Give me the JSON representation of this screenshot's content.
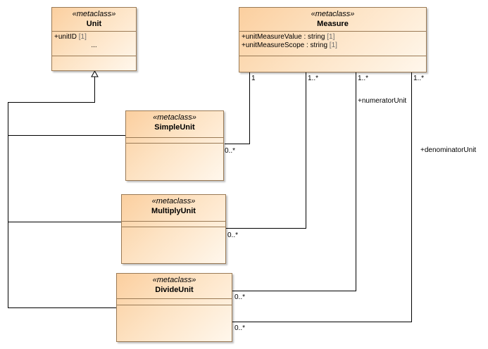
{
  "classes": {
    "unit": {
      "stereotype": "«metaclass»",
      "name": "Unit",
      "attributes": [
        {
          "text": "+unitID ",
          "mult": "[1]"
        }
      ],
      "ellipsis": "..."
    },
    "measure": {
      "stereotype": "«metaclass»",
      "name": "Measure",
      "attributes": [
        {
          "text": "+unitMeasureValue : string ",
          "mult": "[1]"
        },
        {
          "text": "+unitMeasureScope : string ",
          "mult": "[1]"
        }
      ]
    },
    "simple_unit": {
      "stereotype": "«metaclass»",
      "name": "SimpleUnit"
    },
    "multiply_unit": {
      "stereotype": "«metaclass»",
      "name": "MultiplyUnit"
    },
    "divide_unit": {
      "stereotype": "«metaclass»",
      "name": "DivideUnit"
    }
  },
  "associations": {
    "simple": {
      "measure_end": "1",
      "unit_end": "0..*"
    },
    "multiply": {
      "measure_end": "1..*",
      "unit_end": "0..*"
    },
    "numerator": {
      "measure_end": "1..*",
      "role": "+numeratorUnit",
      "unit_end": "0..*"
    },
    "denominator": {
      "measure_end": "1..*",
      "role": "+denominatorUnit",
      "unit_end": "0..*"
    }
  }
}
